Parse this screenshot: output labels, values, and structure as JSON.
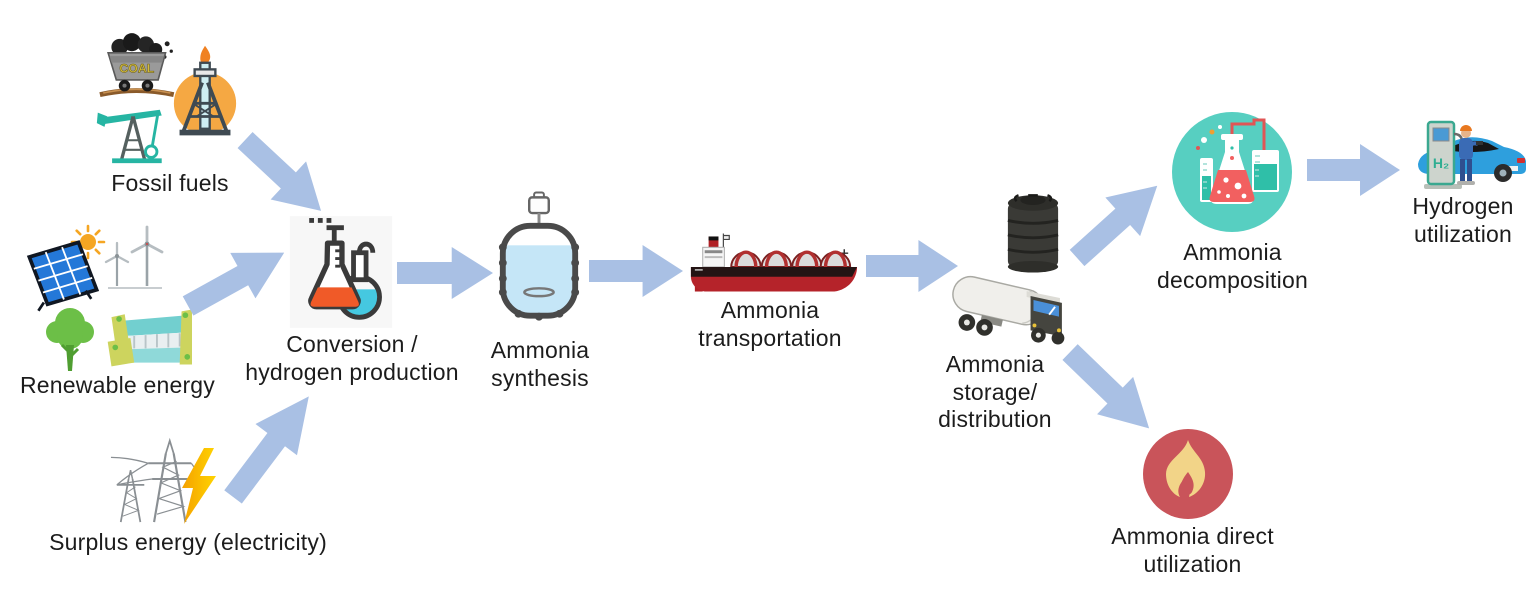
{
  "nodes": {
    "fossil_fuels": {
      "label": "Fossil fuels"
    },
    "renewable_energy": {
      "label": "Renewable energy"
    },
    "surplus_energy": {
      "label": "Surplus energy (electricity)"
    },
    "conversion": {
      "line1": "Conversion /",
      "line2": "hydrogen production"
    },
    "ammonia_synthesis": {
      "line1": "Ammonia",
      "line2": "synthesis"
    },
    "ammonia_transportation": {
      "line1": "Ammonia",
      "line2": "transportation"
    },
    "ammonia_storage": {
      "line1": "Ammonia",
      "line2": "storage/",
      "line3": "distribution"
    },
    "ammonia_decomposition": {
      "line1": "Ammonia",
      "line2": "decomposition"
    },
    "hydrogen_utilization": {
      "line1": "Hydrogen",
      "line2": "utilization"
    },
    "ammonia_direct_utilization": {
      "line1": "Ammonia direct",
      "line2": "utilization"
    }
  },
  "icon_texts": {
    "coal_cart": "COAL",
    "h2_pump": "H₂"
  },
  "flow": [
    {
      "from": "Fossil fuels",
      "to": "Conversion / hydrogen production"
    },
    {
      "from": "Renewable energy",
      "to": "Conversion / hydrogen production"
    },
    {
      "from": "Surplus energy (electricity)",
      "to": "Conversion / hydrogen production"
    },
    {
      "from": "Conversion / hydrogen production",
      "to": "Ammonia synthesis"
    },
    {
      "from": "Ammonia synthesis",
      "to": "Ammonia transportation"
    },
    {
      "from": "Ammonia transportation",
      "to": "Ammonia storage/distribution"
    },
    {
      "from": "Ammonia storage/distribution",
      "to": "Ammonia decomposition"
    },
    {
      "from": "Ammonia storage/distribution",
      "to": "Ammonia direct utilization"
    },
    {
      "from": "Ammonia decomposition",
      "to": "Hydrogen utilization"
    }
  ],
  "colors": {
    "arrow": "#a9c0e4",
    "decomposition_circle": "#57cfc1",
    "direct_utilization_circle": "#c9545a",
    "flame": "#f2d488",
    "car_blue": "#2e9fdd",
    "conversion_liquid_orange": "#f05a28",
    "conversion_liquid_teal": "#45c8e0",
    "synthesis_liquid": "#c5e6f7"
  }
}
